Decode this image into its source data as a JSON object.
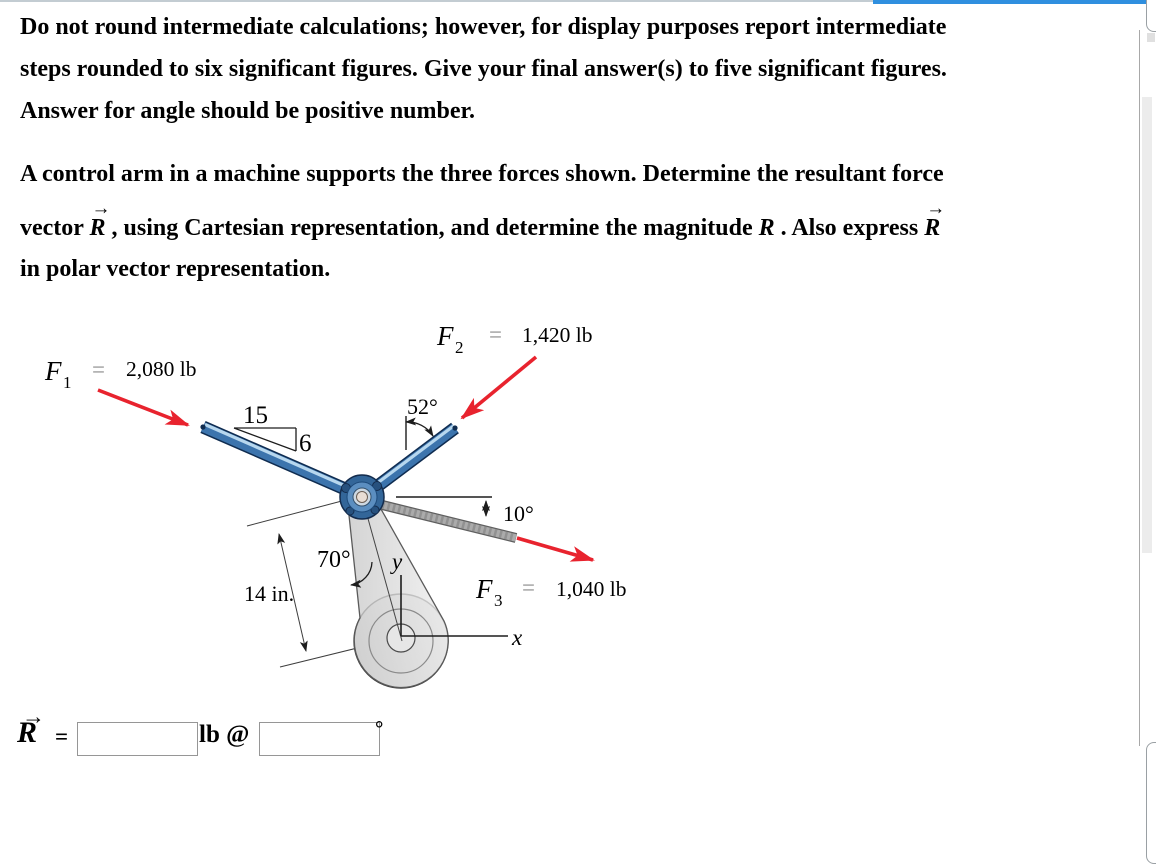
{
  "colors": {
    "top_bar_gray": "#c3ccd2",
    "top_bar_blue": "#2f8fdf",
    "arrow_red": "#e8232e",
    "arm_blue": "#3c74ad",
    "body_gray": "#d9d9d9"
  },
  "instructions": {
    "lines": [
      "Do not round intermediate calculations; however, for display purposes report intermediate",
      "steps rounded to six significant figures. Give your final answer(s) to five significant figures.",
      "Answer for angle should be positive number."
    ]
  },
  "problem": {
    "line1": "A control arm in a machine supports the three forces shown. Determine the resultant force",
    "line2": {
      "pre": "vector ",
      "r1": "R",
      "mid": " , using Cartesian representation, and determine the magnitude ",
      "rm": "R",
      "post": " . Also express ",
      "r2": "R"
    },
    "line3": "in polar vector representation.",
    "vec_arrow": "→"
  },
  "diagram": {
    "f1": {
      "name": "F",
      "sub": "1",
      "eq": "=",
      "value": "2,080 lb"
    },
    "f2": {
      "name": "F",
      "sub": "2",
      "eq": "=",
      "value": "1,420 lb"
    },
    "f3": {
      "name": "F",
      "sub": "3",
      "eq": "=",
      "value": "1,040 lb"
    },
    "angle_52": "52°",
    "angle_10": "10°",
    "angle_70": "70°",
    "slope_run": "15",
    "slope_rise": "6",
    "dim_length": "14 in.",
    "axis_x": "x",
    "axis_y": "y"
  },
  "answer": {
    "r_label": "R",
    "vec_arrow": "→",
    "equals": "=",
    "magnitude_value": "",
    "unit_at": "lb @",
    "angle_value": "",
    "degree": "°"
  }
}
